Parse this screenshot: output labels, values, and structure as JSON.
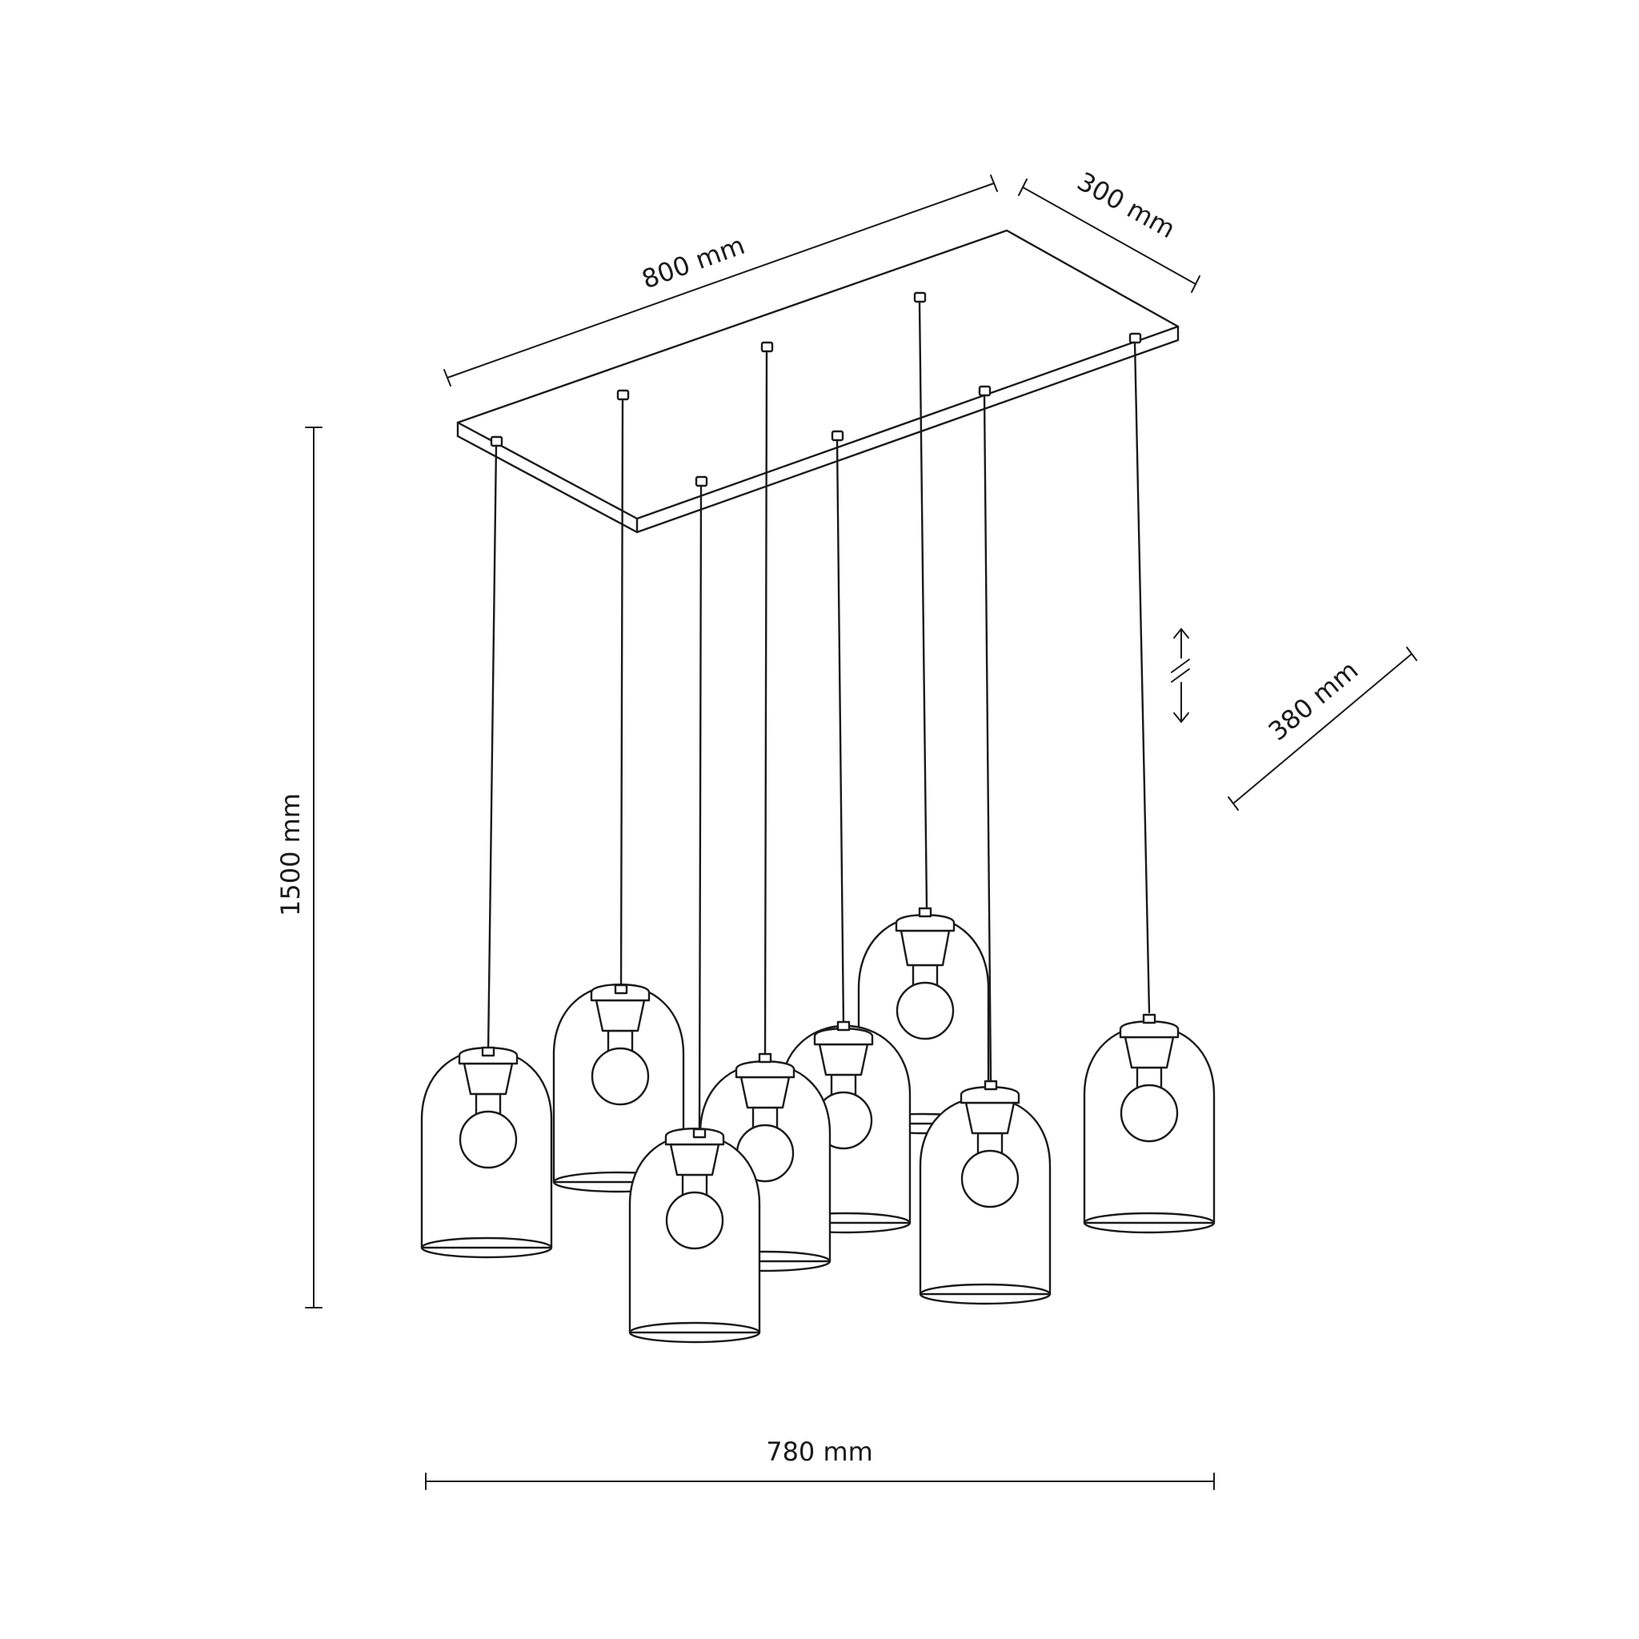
{
  "dimensions": {
    "canopy_length": "800 mm",
    "canopy_depth": "300 mm",
    "total_height": "1500 mm",
    "spread_depth": "380 mm",
    "total_width": "780 mm"
  },
  "pendant_count": 8,
  "adjustable_height": true,
  "colors": {
    "line": "#1a1a1a",
    "background": "#ffffff"
  }
}
